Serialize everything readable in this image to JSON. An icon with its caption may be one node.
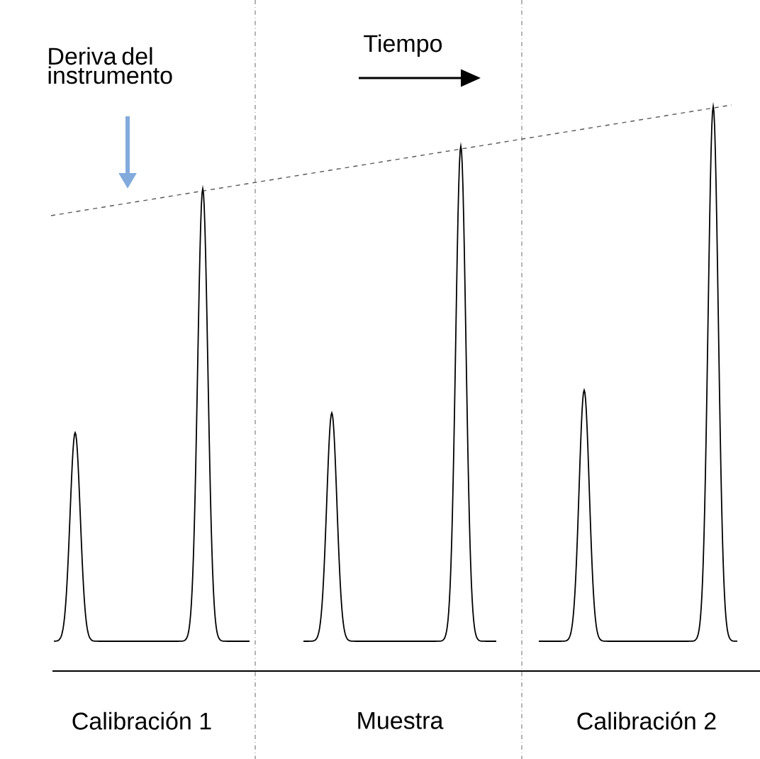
{
  "diagram": {
    "labels": [
      "Deriva del instrumento",
      "Tiempo",
      "Calibración 1",
      "Muestra",
      "Calibración 2"
    ]
  }
}
